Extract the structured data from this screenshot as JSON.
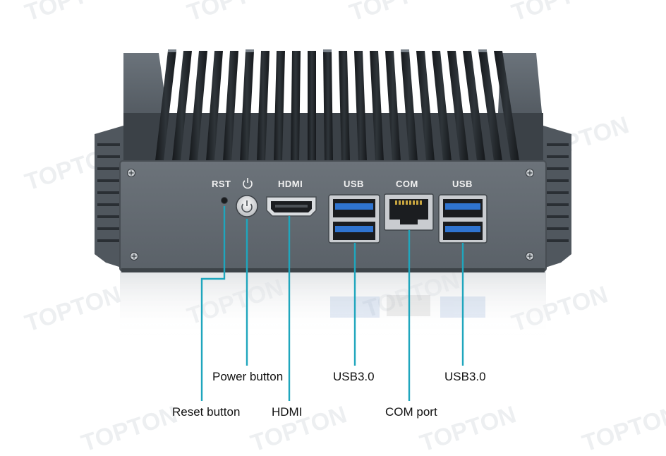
{
  "panel_labels": {
    "rst": "RST",
    "hdmi": "HDMI",
    "usb_left": "USB",
    "com": "COM",
    "usb_right": "USB"
  },
  "callouts": {
    "reset": "Reset button",
    "power": "Power button",
    "hdmi": "HDMI",
    "usb_left": "USB3.0",
    "com": "COM port",
    "usb_right": "USB3.0"
  },
  "watermark": "TOPTON",
  "colors": {
    "callout_line": "#1fa6bd",
    "chassis": "#5d646c",
    "fins": "#1e2226",
    "usb_blue": "#2f74d0"
  },
  "icons": {
    "power_symbol": "power-icon"
  }
}
